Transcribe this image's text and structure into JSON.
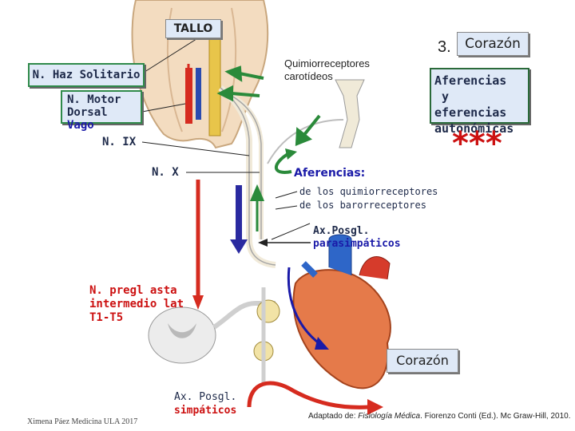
{
  "labels": {
    "tallo": "TALLO",
    "n_haz_solitario": "N. Haz Solitario",
    "n_motor": "N. Motor",
    "dorsal": "Dorsal",
    "vago": "Vago",
    "n_ix": "N. IX",
    "n_x": "N. X",
    "quimio_line1": "Quimiorreceptores",
    "quimio_line2": "carotídeos",
    "number": "3.",
    "corazon_top": "Corazón",
    "aferencias_line1": "Aferencias",
    "aferencias_line2": "y eferencias",
    "aferencias_line3": "autonómicas",
    "stars": "***",
    "aferencias_title": "Aferencias:",
    "aferencias_sub1": "de los quimiorreceptores",
    "aferencias_sub2": "de los barorreceptores",
    "ax_posgl_para_line1": "Ax.Posgl.",
    "ax_posgl_para_line2": "parasimpáticos",
    "n_pregl_line1": "N. pregl asta",
    "n_pregl_line2": "intermedio lat",
    "n_pregl_line3": "T1-T5",
    "corazon_bottom": "Corazón",
    "ax_posgl_simp_line1": "Ax. Posgl.",
    "ax_posgl_simp_line2": "simpáticos",
    "credit_left": "Ximena Páez Medicina ULA 2017",
    "credit_right_prefix": "Adaptado de: ",
    "credit_right_book": "Fisiología Médica",
    "credit_right_suffix": ". Fiorenzo Conti (Ed.). Mc Graw-Hill, 2010."
  },
  "colors": {
    "box_fill": "#dfe9f7",
    "box_border": "#2f8a4a",
    "text_dark": "#1e2a4a",
    "accent_red": "#cc1111",
    "accent_blue": "#1a1aa8",
    "arrow_green": "#2a8a3a",
    "brainstem": "#f3dcc0",
    "heart": "#e57a4a"
  }
}
